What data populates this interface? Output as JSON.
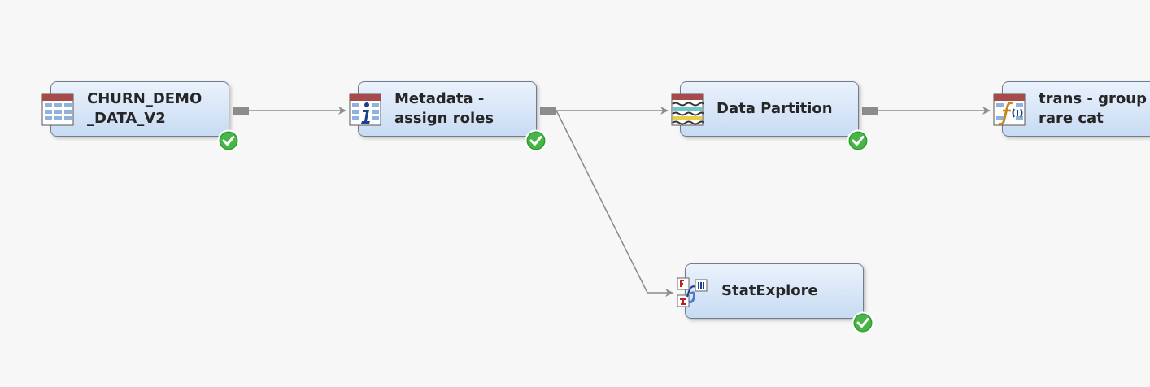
{
  "nodes": [
    {
      "id": "churn-demo-data",
      "label_lines": [
        "CHURN_DEMO",
        "_DATA_V2"
      ],
      "icon": "data-table-icon",
      "status": "completed-check-icon"
    },
    {
      "id": "metadata-assign-roles",
      "label_lines": [
        "Metadata -",
        "assign roles"
      ],
      "icon": "metadata-info-icon",
      "status": "completed-check-icon"
    },
    {
      "id": "data-partition",
      "label_lines": [
        "Data Partition"
      ],
      "icon": "data-partition-icon",
      "status": "completed-check-icon"
    },
    {
      "id": "trans-group-rare-cat",
      "label_lines": [
        "trans - group",
        "rare cat"
      ],
      "icon": "transform-function-icon",
      "status": ""
    },
    {
      "id": "statexplore",
      "label_lines": [
        "StatExplore"
      ],
      "icon": "statexplore-icon",
      "status": "completed-check-icon"
    }
  ],
  "connections": [
    {
      "from": "churn-demo-data",
      "to": "metadata-assign-roles"
    },
    {
      "from": "metadata-assign-roles",
      "to": "data-partition"
    },
    {
      "from": "data-partition",
      "to": "trans-group-rare-cat"
    },
    {
      "from": "metadata-assign-roles",
      "to": "statexplore"
    }
  ],
  "colors": {
    "canvas_background": "#f7f7f7",
    "node_fill_top": "#eaf2fc",
    "node_fill_bottom": "#c8dbf3",
    "node_border": "#6f7d8c",
    "connector": "#8c8c8c",
    "check_fill": "#2f9e2f"
  }
}
